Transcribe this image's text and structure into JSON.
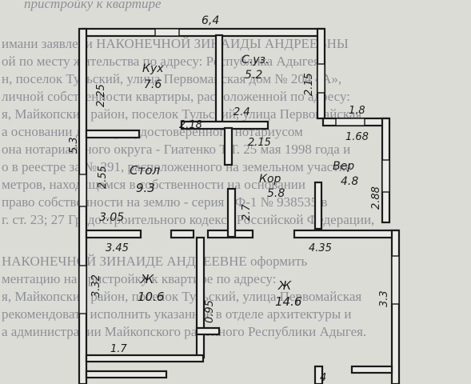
{
  "document_lines": [
    "пристройку к квартире",
    "имани заявлени НАКОНЕЧНОЙ ЗИНАИДЫ АНДРЕЕВНЫ",
    "ой по месту жительства по адресу: Республика Адыгея,",
    "н, поселок Тульский, улица Первомайская дом № 204 «А»,",
    "личной собственности квартиры, расположенной по адресу:",
    "я, Майкопский район, поселок Тульский, улица Первомайская",
    "а основании договора, удостоверенного нотариусом",
    "она нотариального округа - Гиатенко Т.Т. 25 мая 1998 года и",
    "о в реестре за № 291, расположенного на земельном участке",
    "метров, находящемся в собственности на основании",
    "право собственности на землю - серия РФ-1 № 938535 в",
    "г. ст. 23; 27 Градостроительного кодекса Российской Федерации,",
    "НАКОНЕЧНОЙ ЗИНАИДЕ АНДРЕЕВНЕ оформить",
    "ментацию на пристройку к квартире по адресу:",
    "я, Майкопский район, поселок Тульский, улица Первомайская",
    "рекомендовать исполнить указанное в отделе архитектуры и",
    "а администрации Майкопского районного Республики Адыгея."
  ],
  "rooms": [
    {
      "name": "Кух",
      "area": "7.6"
    },
    {
      "name": "С.уз.",
      "area": "5.2"
    },
    {
      "name": "Стол",
      "area": "9.3"
    },
    {
      "name": "Кор",
      "area": "5.8"
    },
    {
      "name": "Вер",
      "area": "4.8"
    },
    {
      "name": "Ж",
      "area": "10.6"
    },
    {
      "name": "Ж",
      "area": "14.6"
    }
  ],
  "dimensions": {
    "top_width": "6,4",
    "left_total": "5.3",
    "kitchen_left": "2.25",
    "bath_right": "2.15",
    "bath_bottom": "2.4",
    "verandah_top": "1.8",
    "verandah_bottom": "1.68",
    "kitchen_bottom": "2.18",
    "corridor_top": "2.15",
    "dining_left": "2.55",
    "verandah_right": "2.88",
    "dining_bottom": "3.05",
    "corridor_mid": "2.7",
    "bedroom1_top": "3.45",
    "bedroom2_top": "4.35",
    "bedroom1_left": "3.32",
    "bedroom2_right": "3.3",
    "closet_height": "0.95",
    "closet_width": "1.7",
    "bottom_mark": "4"
  }
}
